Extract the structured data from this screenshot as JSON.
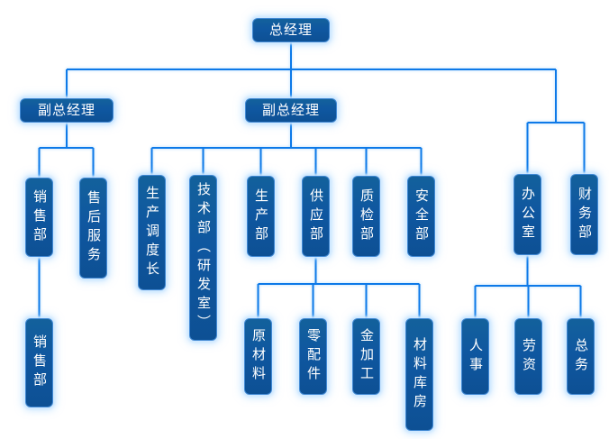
{
  "chart_title": "",
  "colors": {
    "node_fill": "#0f57a0",
    "node_border": "#4189d4",
    "node_text": "#ffffff",
    "connector": "#0d79e8",
    "glow": "#bfe0fb",
    "background": "#ffffff"
  },
  "nodes": {
    "ceo": "总经理",
    "vice_left": "副总经理",
    "vice_mid": "副总经理",
    "sales_dept": "销售部",
    "after_sales": "售后服务",
    "sales_sub": "销售部",
    "production_dispatch": "生产调度长",
    "tech_dept": "技术部（研发室）",
    "production_dept": "生产部",
    "supply_dept": "供应部",
    "quality_dept": "质检部",
    "safety_dept": "安全部",
    "raw_materials": "原材料",
    "spare_parts": "零配件",
    "metal_processing": "金加工",
    "material_warehouse": "材料库房",
    "office": "办公室",
    "finance_dept": "财务部",
    "personnel": "人事",
    "labor_wages": "劳资",
    "general_affairs": "总务"
  },
  "org_tree": {
    "label": "总经理",
    "children": [
      {
        "label": "副总经理",
        "children": [
          {
            "label": "销售部",
            "children": [
              {
                "label": "销售部"
              }
            ]
          },
          {
            "label": "售后服务"
          }
        ]
      },
      {
        "label": "副总经理",
        "children": [
          {
            "label": "生产调度长"
          },
          {
            "label": "技术部（研发室）"
          },
          {
            "label": "生产部"
          },
          {
            "label": "供应部",
            "children": [
              {
                "label": "原材料"
              },
              {
                "label": "零配件"
              },
              {
                "label": "金加工"
              },
              {
                "label": "材料库房"
              }
            ]
          },
          {
            "label": "质检部"
          },
          {
            "label": "安全部"
          }
        ]
      },
      {
        "label": "办公室",
        "children": [
          {
            "label": "人事"
          },
          {
            "label": "劳资"
          },
          {
            "label": "总务"
          }
        ]
      },
      {
        "label": "财务部"
      }
    ]
  }
}
